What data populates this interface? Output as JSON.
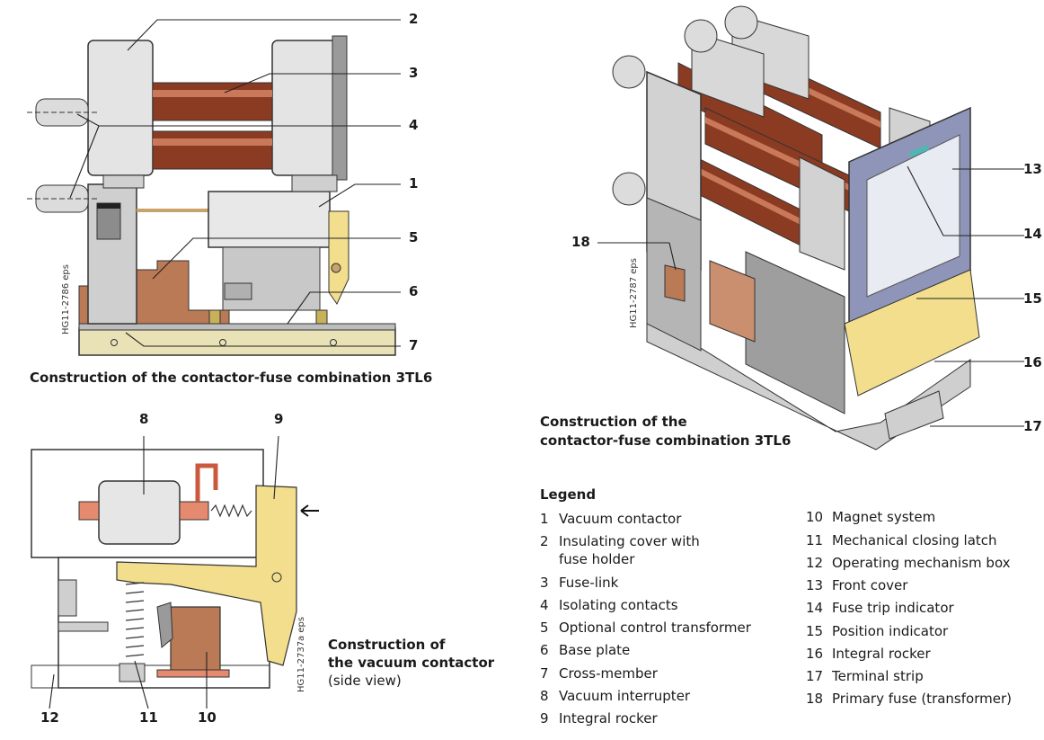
{
  "fig1": {
    "caption": "Construction of the contactor-fuse combination 3TL6",
    "side_code": "HG11-2786 eps",
    "callouts": [
      "2",
      "3",
      "4",
      "1",
      "5",
      "6",
      "7"
    ]
  },
  "fig2": {
    "caption_line1": "Construction of the",
    "caption_line2": "contactor-fuse combination 3TL6",
    "side_code": "HG11-2787 eps",
    "callouts": [
      "18",
      "13",
      "14",
      "15",
      "16",
      "17"
    ]
  },
  "fig3": {
    "caption_line1": "Construction of",
    "caption_line2": "the vacuum contactor",
    "caption_line3": "(side view)",
    "side_code": "HG11-2737a eps",
    "callouts": [
      "8",
      "9",
      "12",
      "11",
      "10"
    ]
  },
  "legend": {
    "title": "Legend",
    "left": [
      {
        "num": "1",
        "text": "Vacuum contactor"
      },
      {
        "num": "2",
        "text": "Insulating cover with fuse holder",
        "line1": "Insulating cover with",
        "line2": "fuse holder"
      },
      {
        "num": "3",
        "text": "Fuse-link"
      },
      {
        "num": "4",
        "text": "Isolating contacts"
      },
      {
        "num": "5",
        "text": "Optional control transformer"
      },
      {
        "num": "6",
        "text": "Base plate"
      },
      {
        "num": "7",
        "text": "Cross-member"
      },
      {
        "num": "8",
        "text": "Vacuum interrupter"
      },
      {
        "num": "9",
        "text": "Integral rocker"
      }
    ],
    "right": [
      {
        "num": "10",
        "text": "Magnet system"
      },
      {
        "num": "11",
        "text": "Mechanical closing latch"
      },
      {
        "num": "12",
        "text": "Operating mechanism box"
      },
      {
        "num": "13",
        "text": "Front cover"
      },
      {
        "num": "14",
        "text": "Fuse trip indicator"
      },
      {
        "num": "15",
        "text": "Position indicator"
      },
      {
        "num": "16",
        "text": "Integral rocker"
      },
      {
        "num": "17",
        "text": "Terminal strip"
      },
      {
        "num": "18",
        "text": "Primary fuse (transformer)"
      }
    ]
  },
  "colors": {
    "copper": "#8a3b22",
    "copper_light": "#c9785a",
    "housing_gray": "#d9d9d9",
    "frame_gray": "#9a9a9a",
    "rocker_yellow": "#f2de8c",
    "brown_transformer": "#b97a55",
    "blue_cover": "#8e95b8",
    "line": "#222222"
  }
}
